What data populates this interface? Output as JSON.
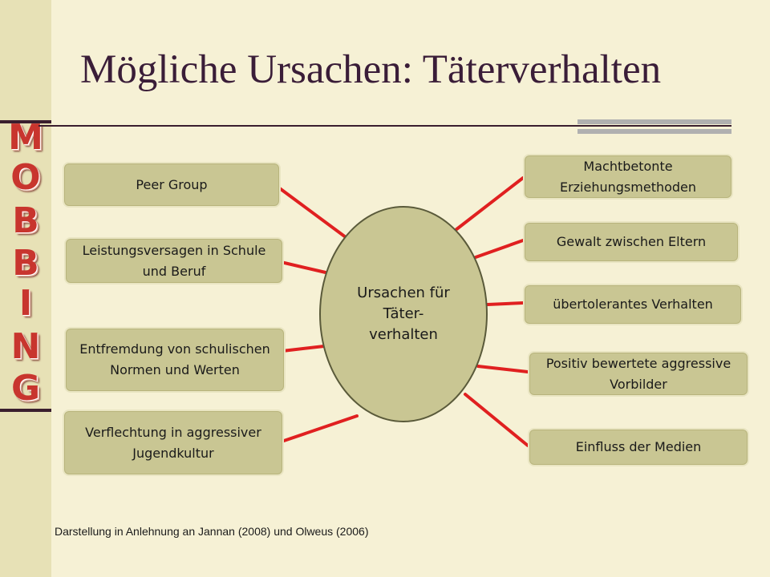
{
  "title": "Mögliche Ursachen: Täterverhalten",
  "sidebar": {
    "letters": [
      "M",
      "O",
      "B",
      "B",
      "I",
      "N",
      "G"
    ]
  },
  "diagram": {
    "center": "Ursachen für Täter-verhalten",
    "left_nodes": [
      "Peer Group",
      "Leistungsversagen in Schule und Beruf",
      "Entfremdung von schulischen Normen und Werten",
      "Verflechtung in aggressiver Jugendkultur"
    ],
    "right_nodes": [
      "Machtbetonte Erziehungsmethoden",
      "Gewalt zwischen Eltern",
      "übertolerantes Verhalten",
      "Positiv bewertete aggressive Vorbilder",
      "Einfluss der Medien"
    ],
    "connector_color": "#e02020"
  },
  "footnote": "Darstellung in Anlehnung an Jannan (2008) und Olweus (2006)",
  "colors": {
    "background": "#f6f1d5",
    "sidebar": "#e7e1b6",
    "node_fill": "#c9c693",
    "title": "#3a1d38",
    "mobbing_letters": "#c8352e"
  }
}
